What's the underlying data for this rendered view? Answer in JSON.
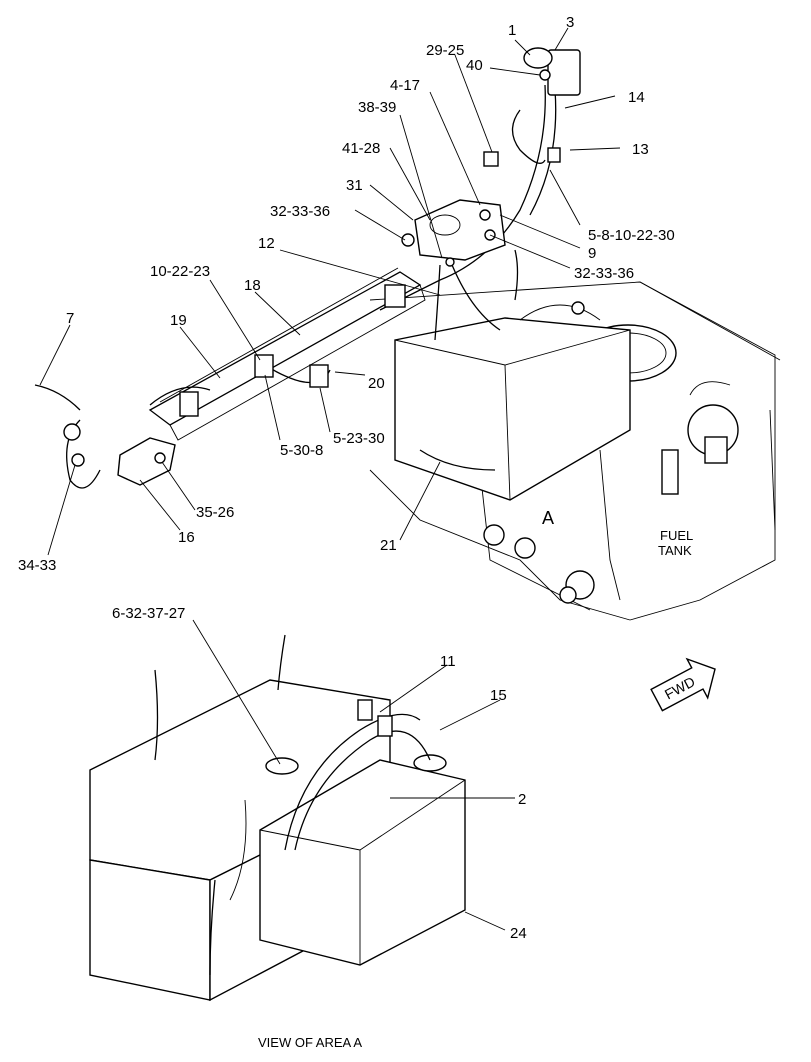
{
  "callouts": {
    "c1": "1",
    "c3": "3",
    "c40": "40",
    "c29_25": "29-25",
    "c4_17": "4-17",
    "c38_39": "38-39",
    "c14": "14",
    "c13": "13",
    "c41_28": "41-28",
    "c31": "31",
    "c32_33_36_a": "32-33-36",
    "c5_8_10_22_30": "5-8-10-22-30",
    "c9": "9",
    "c32_33_36_b": "32-33-36",
    "c12": "12",
    "c10_22_23": "10-22-23",
    "c18": "18",
    "c7": "7",
    "c19": "19",
    "c20": "20",
    "c5_30_8": "5-30-8",
    "c5_23_30": "5-23-30",
    "c35_26": "35-26",
    "c16": "16",
    "c34_33": "34-33",
    "c21": "21",
    "area_a": "A",
    "c6_32_37_27": "6-32-37-27",
    "c11": "11",
    "c15": "15",
    "c2": "2",
    "c24": "24"
  },
  "labels": {
    "fuel_tank_line1": "FUEL",
    "fuel_tank_line2": "TANK",
    "fwd": "FWD",
    "view_caption": "VIEW OF AREA  A"
  }
}
